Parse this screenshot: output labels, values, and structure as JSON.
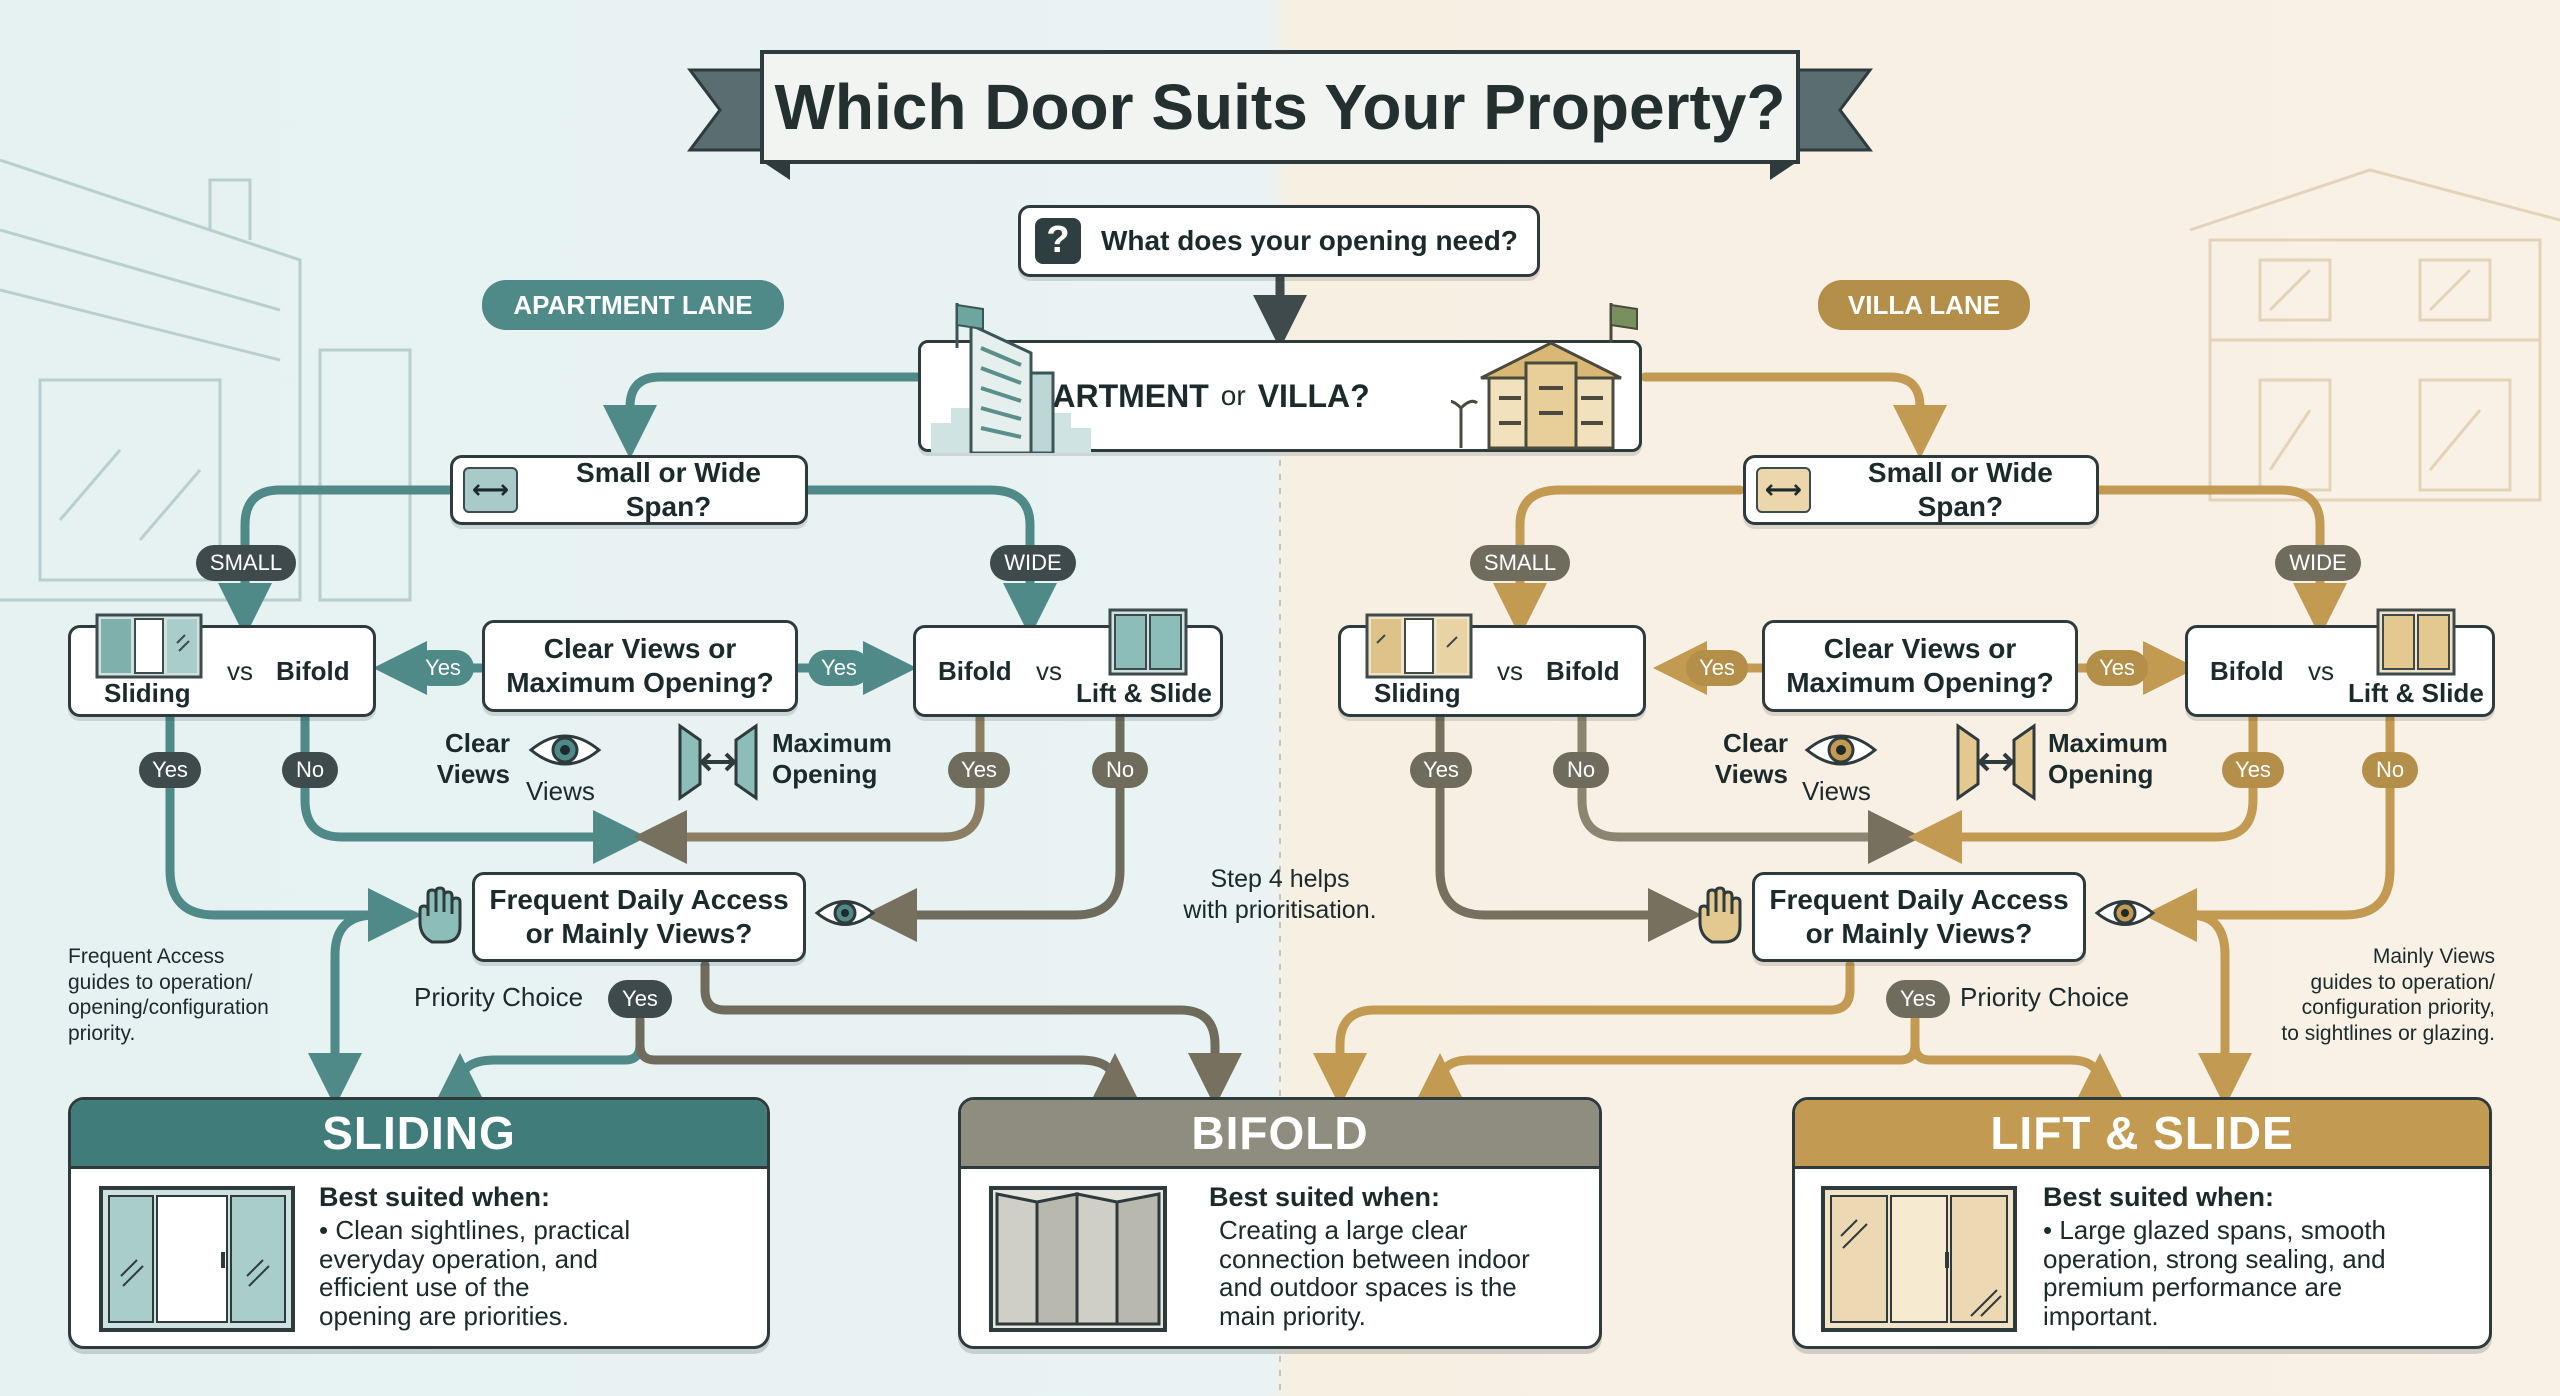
{
  "title": "Which Door Suits Your Property?",
  "start": {
    "question": "What does your opening need?",
    "icon": "question-mark-icon"
  },
  "property": {
    "left": "APARTMENT",
    "or": "or",
    "right": "VILLA?"
  },
  "lanes": {
    "apartment": "APARTMENT LANE",
    "villa": "VILLA LANE"
  },
  "span_question": "Small or Wide Span?",
  "tags": {
    "small": "SMALL",
    "wide": "WIDE",
    "yes": "Yes",
    "no": "No"
  },
  "compare": {
    "sliding": "Sliding",
    "bifold": "Bifold",
    "vs": "vs",
    "lift_slide": "Lift & Slide"
  },
  "views_question": "Clear Views or\nMaximum Opening?",
  "clear_views": "Clear\nViews",
  "views": "Views",
  "maximum_opening": "Maximum\nOpening",
  "access_question": "Frequent Daily Access\nor Mainly Views?",
  "priority_choice": "Priority Choice",
  "step_note": "Step 4 helps\nwith prioritisation.",
  "left_note": "Frequent Access\nguides to operation/\nopening/configuration\npriority.",
  "right_note": "Mainly Views\nguides to operation/\nconfiguration priority,\nto sightlines or glazing.",
  "results": [
    {
      "name": "SLIDING",
      "heading": "Best suited when:",
      "text": "• Clean sightlines, practical\n  everyday operation, and\n  efficient use of the\n  opening are priorities."
    },
    {
      "name": "BIFOLD",
      "heading": "Best suited when:",
      "text": "Creating a large clear\nconnection between indoor\nand outdoor spaces is the\nmain priority."
    },
    {
      "name": "LIFT & SLIDE",
      "heading": "Best suited when:",
      "text": "• Large glazed spans, smooth\n  operation, strong sealing, and\n  premium performance are\n  important."
    }
  ],
  "colors": {
    "teal": "#4f8a88",
    "olive": "#6f6c5e",
    "gold": "#b38f4a",
    "dark": "#3e4a4c",
    "apartment_bg": "#e6f1f1",
    "villa_bg": "#f8efe3"
  }
}
